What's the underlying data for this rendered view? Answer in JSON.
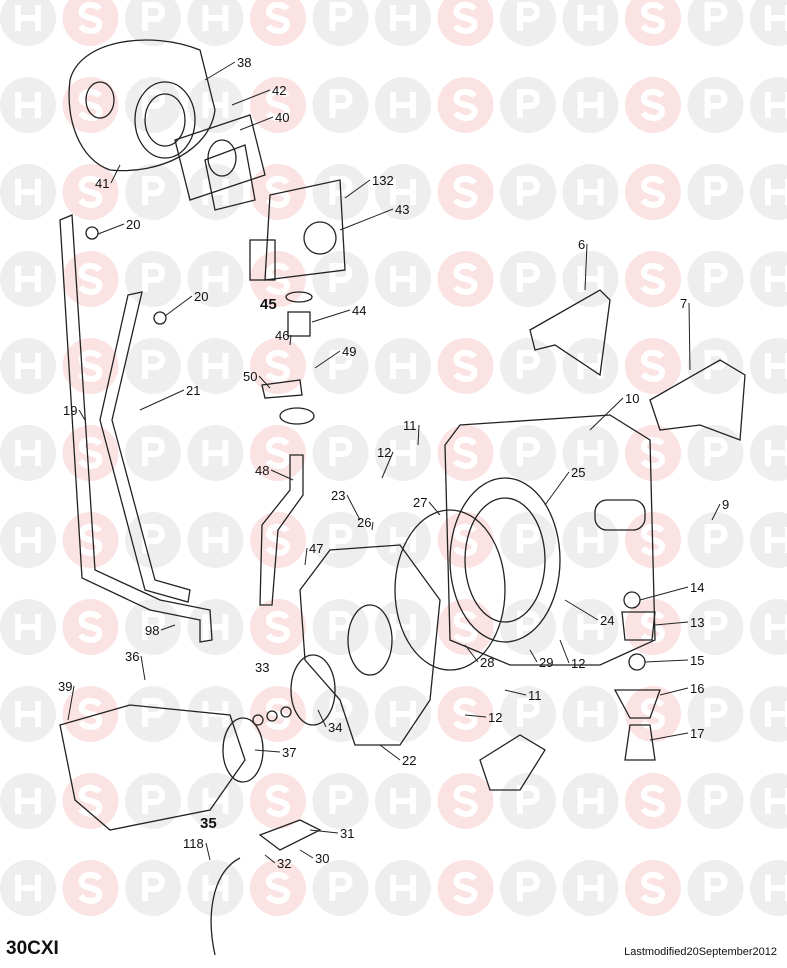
{
  "watermark": {
    "letters": [
      "H",
      "S",
      "P"
    ],
    "circle_color": "#eeeeee",
    "accent_circle_color": "#fbe3e3",
    "letter_color": "#ffffff"
  },
  "model": "30CXI",
  "last_modified": "Lastmodified20September2012",
  "callouts": [
    "38",
    "42",
    "40",
    "41",
    "132",
    "43",
    "20",
    "20",
    "45",
    "44",
    "46",
    "49",
    "50",
    "6",
    "7",
    "10",
    "19",
    "21",
    "11",
    "12",
    "25",
    "27",
    "23",
    "26",
    "9",
    "48",
    "47",
    "14",
    "13",
    "15",
    "16",
    "17",
    "24",
    "29",
    "12",
    "28",
    "11",
    "12",
    "98",
    "36",
    "33",
    "39",
    "34",
    "37",
    "22",
    "35",
    "31",
    "30",
    "32",
    "118"
  ]
}
